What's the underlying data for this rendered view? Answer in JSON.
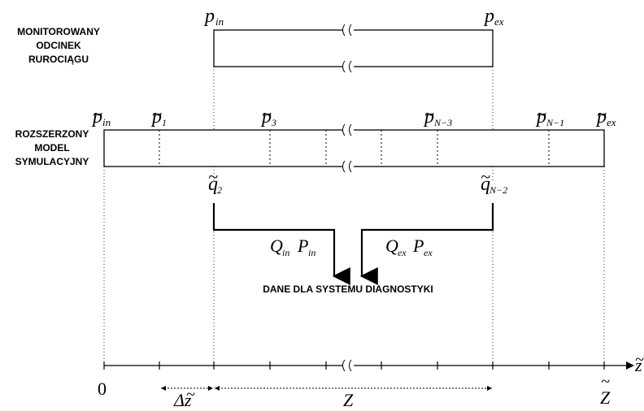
{
  "labels": {
    "monitored_line1": "MONITOROWANY",
    "monitored_line2": "ODCINEK",
    "monitored_line3": "RUROCIĄGU",
    "extended_line1": "ROZSZERZONY",
    "extended_line2": "MODEL",
    "extended_line3": "SYMULACYJNY",
    "diagnostic_data": "DANE DLA SYSTEMU DIAGNOSTYKI"
  },
  "symbols": {
    "p_in": {
      "base": "p",
      "sub": "in"
    },
    "p_ex": {
      "base": "p",
      "sub": "ex"
    },
    "pt_in": {
      "base": "p",
      "sub": "in"
    },
    "pt_1": {
      "base": "p",
      "sub": "1"
    },
    "pt_3": {
      "base": "p",
      "sub": "3"
    },
    "pt_N3": {
      "base": "p",
      "sub": "N−3"
    },
    "pt_N1": {
      "base": "p",
      "sub": "N−1"
    },
    "pt_ex": {
      "base": "p",
      "sub": "ex"
    },
    "qt_2": {
      "base": "q",
      "sub": "2"
    },
    "qt_N2": {
      "base": "q",
      "sub": "N−2"
    },
    "Q_in": {
      "base": "Q",
      "sub": "in"
    },
    "P_in": {
      "base": "P",
      "sub": "in"
    },
    "Q_ex": {
      "base": "Q",
      "sub": "ex"
    },
    "P_ex": {
      "base": "P",
      "sub": "ex"
    }
  },
  "axis": {
    "origin": "0",
    "z_axis": "z",
    "delta_z": "Δz",
    "Z": "Z",
    "Z_tilde": "Z"
  }
}
